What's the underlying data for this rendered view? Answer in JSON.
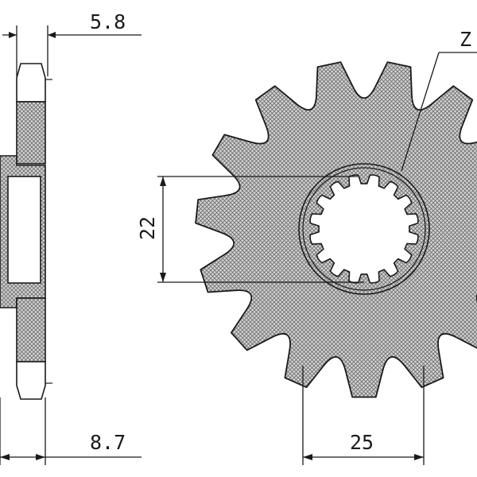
{
  "drawing": {
    "dimensions": {
      "hub_thickness": "5.8",
      "overall_thickness": "8.7",
      "spline_diameter": "22",
      "bolt_spacing": "25",
      "teeth_label": "Z"
    },
    "sprocket": {
      "teeth_count": 15,
      "spline_count": 16
    },
    "colors": {
      "line": "#1a1a1a",
      "hatch_fill": "#8f8f8f",
      "background": "#ffffff"
    }
  }
}
